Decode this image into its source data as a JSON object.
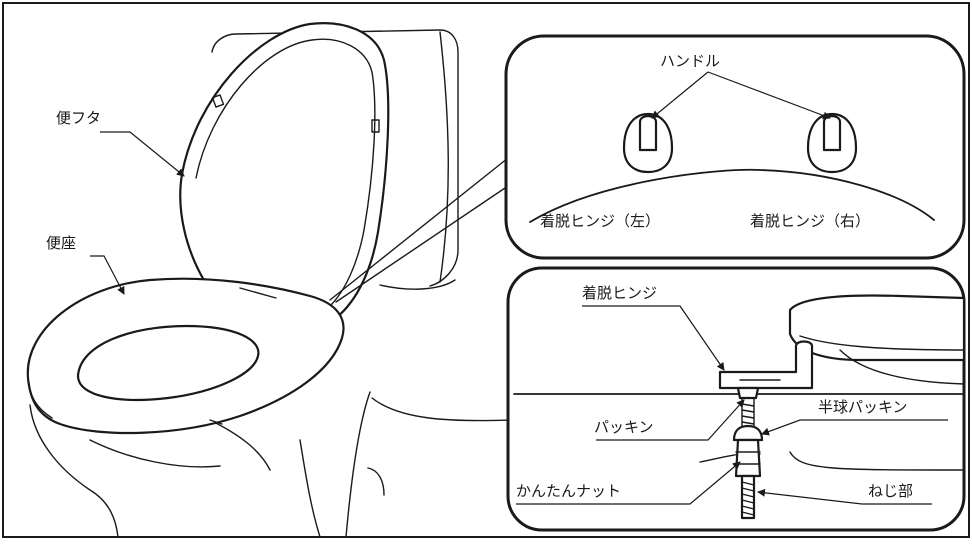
{
  "labels": {
    "lid": "便フタ",
    "seat": "便座",
    "handle": "ハンドル",
    "hinge_left": "着脱ヒンジ（左）",
    "hinge_right": "着脱ヒンジ（右）",
    "hinge": "着脱ヒンジ",
    "packing": "パッキン",
    "hemisphere_packing": "半球パッキン",
    "easy_nut": "かんたんナット",
    "thread": "ねじ部"
  }
}
